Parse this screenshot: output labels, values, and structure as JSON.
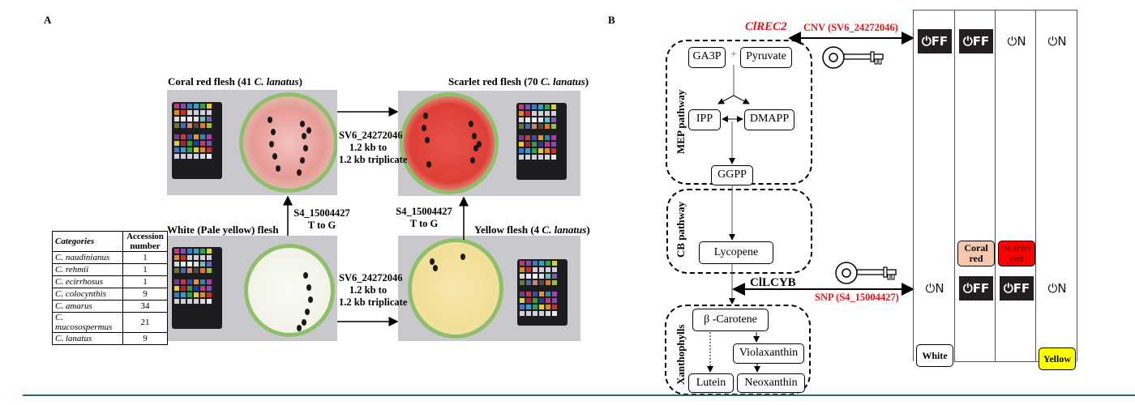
{
  "panel_a": {
    "label": "A",
    "photos": {
      "coral": {
        "caption_pre": "Coral red flesh (41 ",
        "caption_species": "C. lanatus",
        "caption_post": ")"
      },
      "scarlet": {
        "caption_pre": "Scarlet red flesh (70 ",
        "caption_species": "C. lanatus",
        "caption_post": ")"
      },
      "white": {
        "caption": "White (Pale yellow) flesh"
      },
      "yellow": {
        "caption_pre": "Yellow flesh (4 ",
        "caption_species": "C. lanatus",
        "caption_post": ")"
      }
    },
    "transitions": {
      "cnv_top": [
        "SV6_24272046",
        "1.2 kb to",
        "1.2 kb triplicate"
      ],
      "cnv_bottom": [
        "SV6_24272046",
        "1.2 kb to",
        "1.2 kb triplicate"
      ],
      "snp_left": [
        "S4_15004427",
        "T to G"
      ],
      "snp_right": [
        "S4_15004427",
        "T to G"
      ]
    },
    "table": {
      "headers": [
        "Categories",
        "Accession number"
      ],
      "rows": [
        [
          "C. naudinianus",
          "1"
        ],
        [
          "C. rehmii",
          "1"
        ],
        [
          "C. ecirrhosus",
          "1"
        ],
        [
          "C. colocynthis",
          "9"
        ],
        [
          "C. amarus",
          "34"
        ],
        [
          "C. mucosospermus",
          "21"
        ],
        [
          "C. lanatus",
          "9"
        ]
      ]
    }
  },
  "panel_b": {
    "label": "B",
    "gene_top": "ClREC2",
    "variant_top": "CNV (SV6_24272046)",
    "gene_bottom": "ClLCYB",
    "variant_bottom": "SNP (S4_15004427)",
    "pathways": {
      "mep": "MEP pathway",
      "cb": "CB pathway",
      "xan": "Xanthophylls"
    },
    "nodes": {
      "ga3p": "GA3P",
      "plus": "+",
      "pyruvate": "Pyruvate",
      "ipp": "IPP",
      "dmapp": "DMAPP",
      "ggpp": "GGPP",
      "lycopene": "Lycopene",
      "bcarotene": "β -Carotene",
      "violaxanthin": "Violaxanthin",
      "lutein": "Lutein",
      "neoxanthin": "Neoxanthin"
    },
    "switch_columns": [
      {
        "top": "OFF",
        "bottom": "ON",
        "phenotype": "White",
        "phenotype_color": "#ffffff",
        "phenotype_position": "bottom"
      },
      {
        "top": "OFF",
        "bottom": "OFF",
        "phenotype": "Coral red",
        "phenotype_color": "#f6c9ae",
        "phenotype_position": "middle"
      },
      {
        "top": "ON",
        "bottom": "OFF",
        "phenotype": "Scarlet red",
        "phenotype_color": "#ff0000",
        "phenotype_position": "middle"
      },
      {
        "top": "ON",
        "bottom": "ON",
        "phenotype": "Yellow",
        "phenotype_color": "#ffff00",
        "phenotype_position": "bottom"
      }
    ],
    "power_symbol": "⏻"
  },
  "colors": {
    "accent_red": "#e8141b",
    "footer_rule": "#2f6b66"
  }
}
